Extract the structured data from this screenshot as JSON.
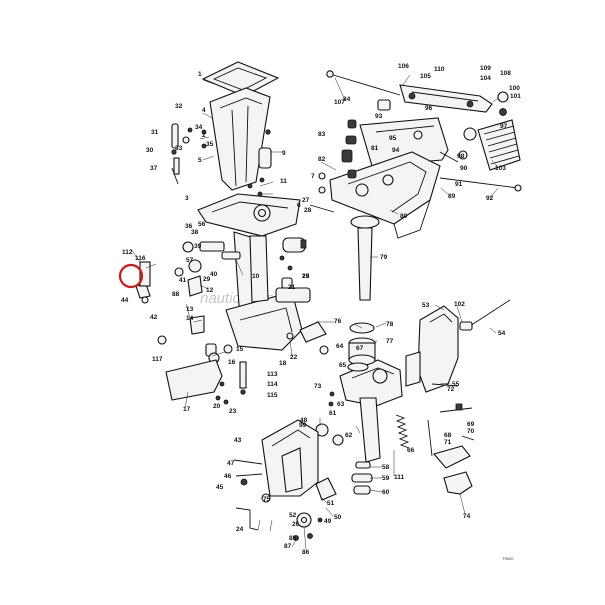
{
  "diagram": {
    "watermark": "nauticaratasle.it",
    "figure_code": "T9920",
    "highlight": {
      "part": "112",
      "color": "#e01010"
    },
    "callouts": [
      "1",
      "2",
      "3",
      "4",
      "5",
      "6",
      "7",
      "9",
      "10",
      "11",
      "12",
      "13",
      "14",
      "15",
      "16",
      "17",
      "18",
      "19",
      "20",
      "21",
      "22",
      "23",
      "24",
      "25",
      "26",
      "27",
      "28",
      "29",
      "30",
      "31",
      "32",
      "33",
      "34",
      "35",
      "36",
      "37",
      "38",
      "39",
      "40",
      "41",
      "42",
      "43",
      "44",
      "45",
      "46",
      "47",
      "48",
      "49",
      "50",
      "51",
      "52",
      "53",
      "54",
      "55",
      "56",
      "57",
      "58",
      "59",
      "60",
      "61",
      "62",
      "63",
      "64",
      "65",
      "66",
      "67",
      "68",
      "69",
      "70",
      "71",
      "72",
      "73",
      "74",
      "75",
      "76",
      "77",
      "78",
      "79",
      "80",
      "81",
      "82",
      "83",
      "84",
      "85",
      "86",
      "87",
      "88",
      "89",
      "90",
      "91",
      "92",
      "93",
      "94",
      "95",
      "96",
      "97",
      "98",
      "99",
      "100",
      "101",
      "102",
      "103",
      "104",
      "105",
      "106",
      "107",
      "108",
      "109",
      "110",
      "111",
      "112",
      "113",
      "114",
      "115",
      "116",
      "117"
    ]
  }
}
